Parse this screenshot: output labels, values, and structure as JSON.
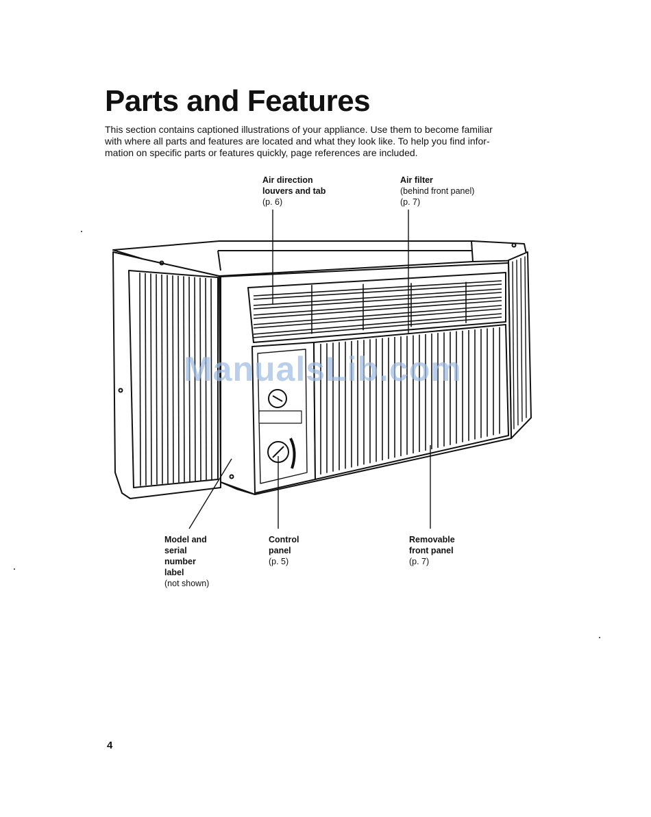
{
  "page": {
    "title": "Parts and Features",
    "intro": [
      "This section contains captioned illustrations of your appliance. Use them to become familiar",
      "with where all parts and features are located and what they look like. To help you find infor-",
      "mation on specific parts or features quickly, page references are included."
    ],
    "page_number": "4"
  },
  "callouts": {
    "louvers": {
      "line1": "Air direction",
      "line2": "louvers and tab",
      "ref": "(p. 6)"
    },
    "filter": {
      "line1": "Air filter",
      "note": "(behind front panel)",
      "ref": "(p. 7)"
    },
    "model": {
      "line1": "Model and",
      "line2": "serial",
      "line3": "number",
      "line4": "label",
      "note": "(not shown)"
    },
    "control": {
      "line1": "Control",
      "line2": "panel",
      "ref": "(p. 5)"
    },
    "removable": {
      "line1": "Removable",
      "line2": "front panel",
      "ref": "(p. 7)"
    }
  },
  "watermark": "ManualsLib.com"
}
